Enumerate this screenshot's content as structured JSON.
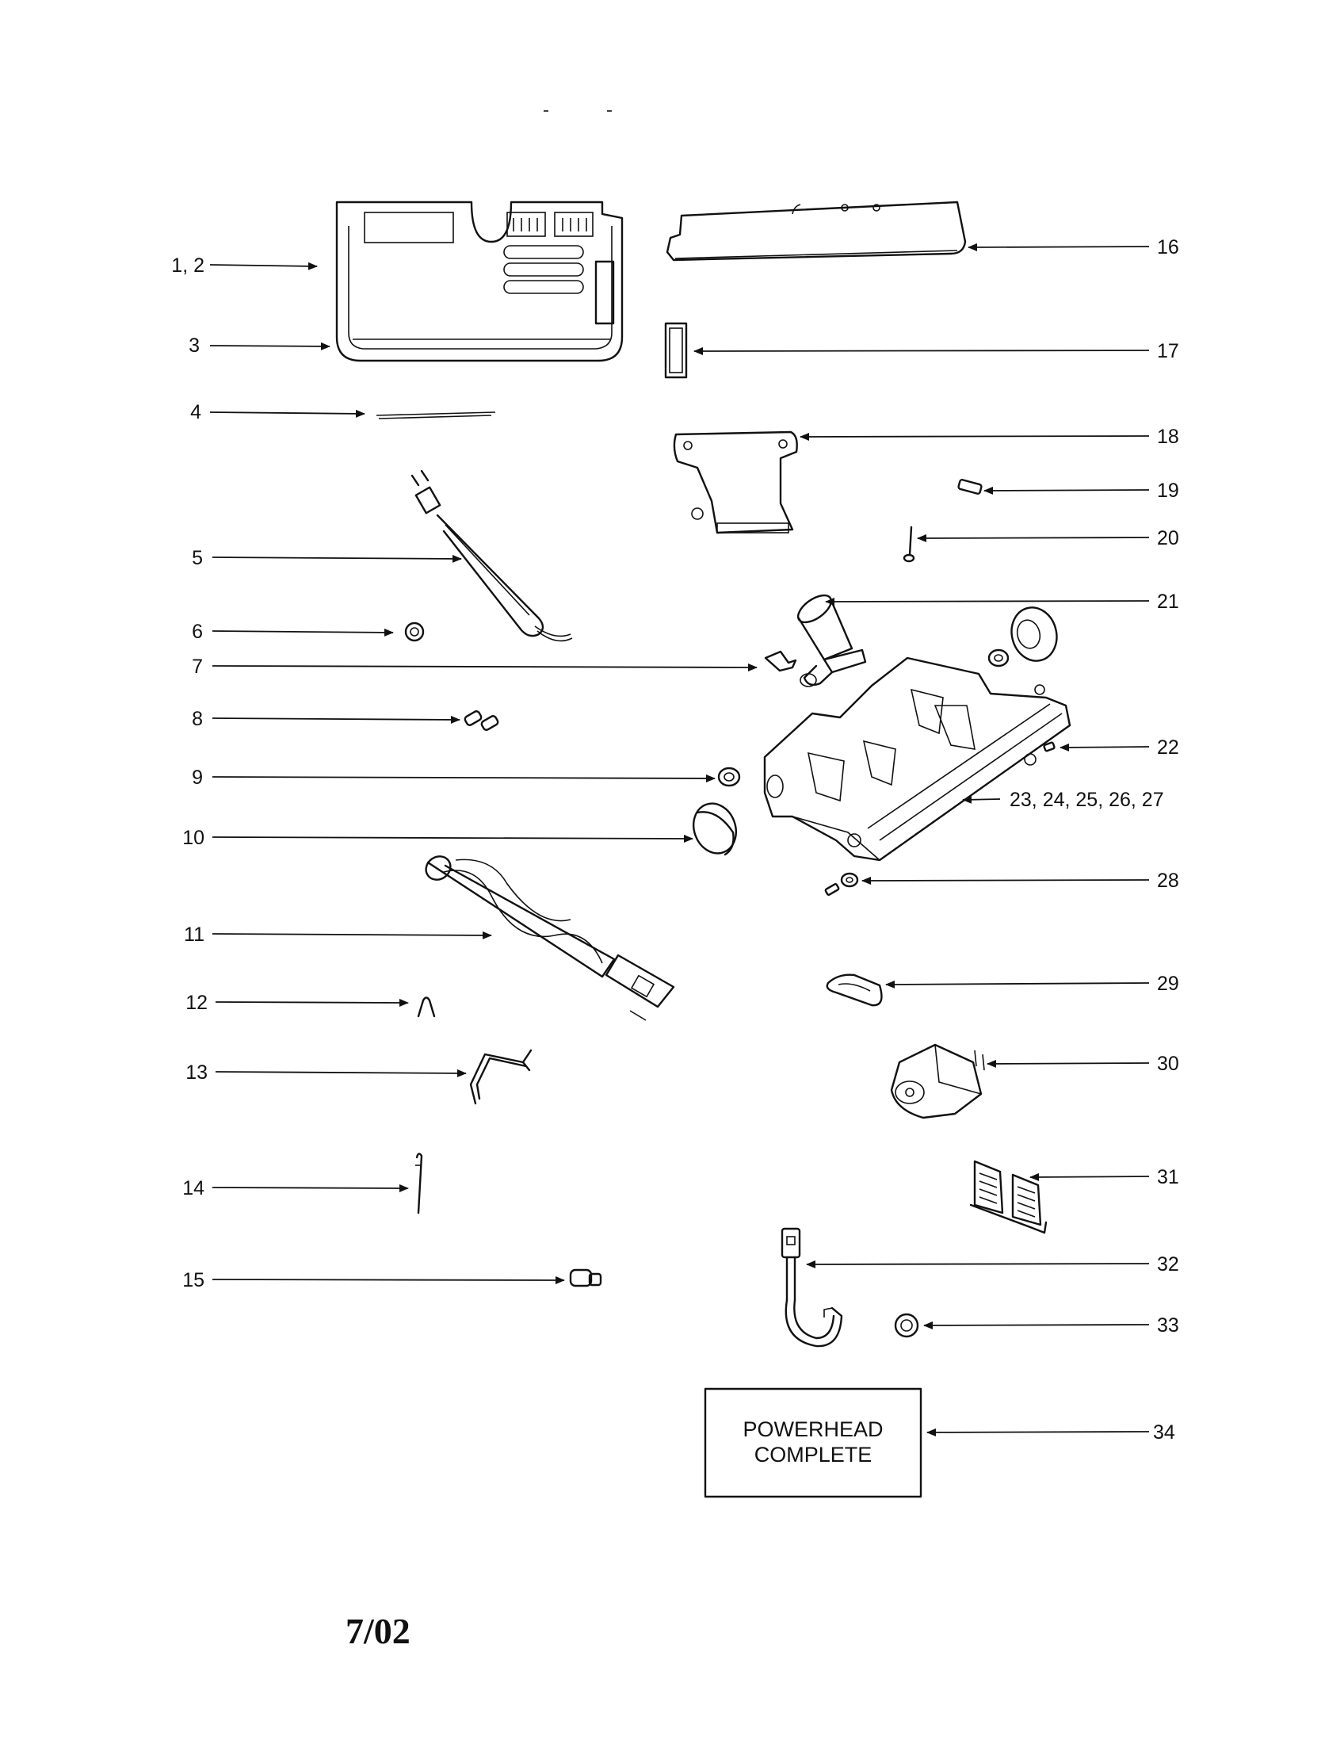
{
  "callouts": [
    {
      "id": "c1",
      "label": "1, 2"
    },
    {
      "id": "c3",
      "label": "3"
    },
    {
      "id": "c4",
      "label": "4"
    },
    {
      "id": "c5",
      "label": "5"
    },
    {
      "id": "c6",
      "label": "6"
    },
    {
      "id": "c7",
      "label": "7"
    },
    {
      "id": "c8",
      "label": "8"
    },
    {
      "id": "c9",
      "label": "9"
    },
    {
      "id": "c10",
      "label": "10"
    },
    {
      "id": "c11",
      "label": "11"
    },
    {
      "id": "c12",
      "label": "12"
    },
    {
      "id": "c13",
      "label": "13"
    },
    {
      "id": "c14",
      "label": "14"
    },
    {
      "id": "c15",
      "label": "15"
    },
    {
      "id": "c16",
      "label": "16"
    },
    {
      "id": "c17",
      "label": "17"
    },
    {
      "id": "c18",
      "label": "18"
    },
    {
      "id": "c19",
      "label": "19"
    },
    {
      "id": "c20",
      "label": "20"
    },
    {
      "id": "c21",
      "label": "21"
    },
    {
      "id": "c22",
      "label": "22"
    },
    {
      "id": "c23",
      "label": "23, 24, 25, 26, 27"
    },
    {
      "id": "c28",
      "label": "28"
    },
    {
      "id": "c29",
      "label": "29"
    },
    {
      "id": "c30",
      "label": "30"
    },
    {
      "id": "c31",
      "label": "31"
    },
    {
      "id": "c32",
      "label": "32"
    },
    {
      "id": "c33",
      "label": "33"
    },
    {
      "id": "c34",
      "label": "34"
    }
  ],
  "assembly_box": {
    "line1": "POWERHEAD",
    "line2": "COMPLETE"
  },
  "date_code": "7/02"
}
